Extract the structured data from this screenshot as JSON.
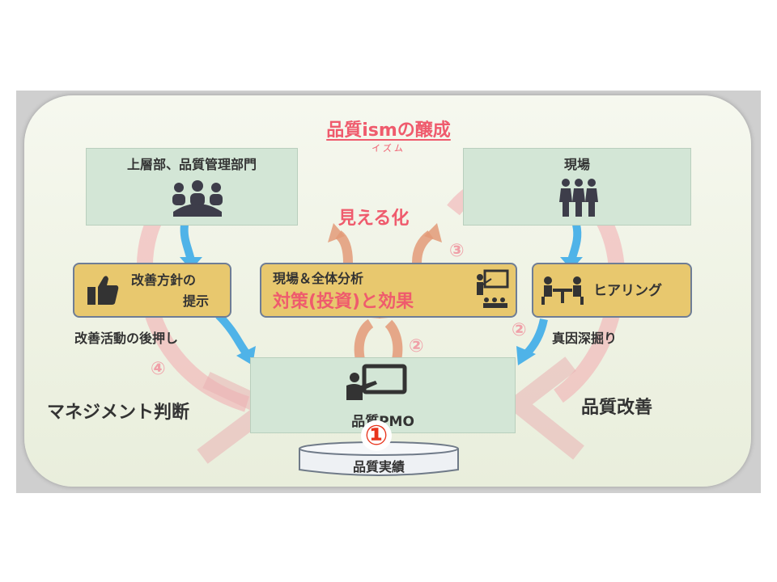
{
  "title": "品質ismの醸成",
  "title_ruby": "イズム",
  "boxes": {
    "management": "上層部、品質管理部門",
    "field": "現場",
    "policy_line1": "改善方針の",
    "policy_line2": "提示",
    "analysis_line1": "現場＆全体分析",
    "analysis_line2": "対策(投資)と効果",
    "hearing": "ヒアリング",
    "pmo": "品質PMO",
    "record": "品質実績"
  },
  "labels": {
    "visualize": "見える化",
    "push": "改善活動の後押し",
    "root_cause": "真因深掘り",
    "mgmt_decision": "マネジメント判断",
    "quality_improve": "品質改善"
  },
  "steps": {
    "one": "①",
    "two_a": "②",
    "two_b": "②",
    "three": "③",
    "four": "④"
  },
  "icons": [
    "audience-icon",
    "people-icon",
    "thumbs-up-icon",
    "presentation-icon",
    "meeting-icon",
    "presenter-icon"
  ],
  "colors": {
    "accent": "#ef5b6d",
    "green_box": "#d3e6d6",
    "yellow_box": "#e8c86e",
    "arrow_blue": "#4fb3e8",
    "arrow_orange": "#e39a78"
  }
}
